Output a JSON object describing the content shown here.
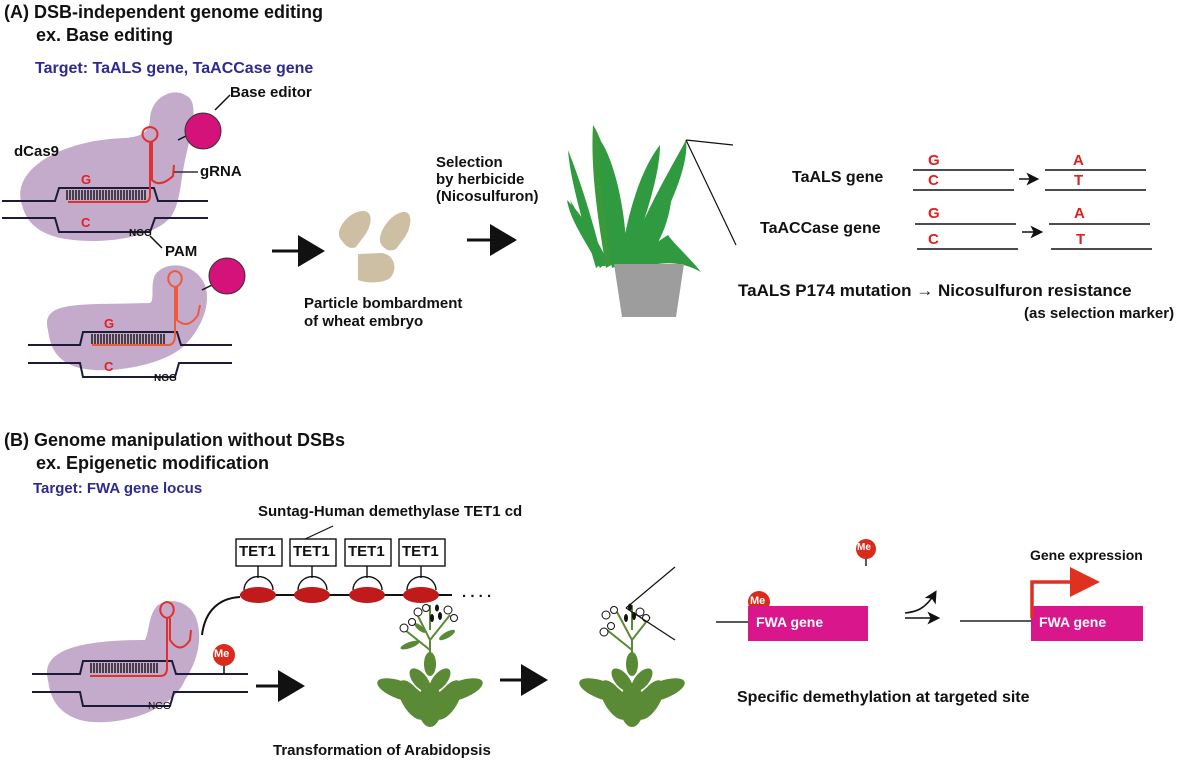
{
  "panel_a": {
    "title": "(A) DSB-independent genome editing",
    "subtitle": "ex. Base editing",
    "target": "Target: TaALS gene, TaACCase gene",
    "labels": {
      "base_editor": "Base editor",
      "dcas9": "dCas9",
      "grna": "gRNA",
      "pam": "PAM",
      "ngg": "NGG",
      "base_top": "G",
      "base_bottom": "C"
    },
    "step_bombardment": [
      "Particle bombardment",
      "of wheat embryo"
    ],
    "step_selection": [
      "Selection",
      "by herbicide",
      "(Nicosulfuron)"
    ],
    "genes": [
      {
        "name": "TaALS  gene",
        "before_top": "G",
        "before_bottom": "C",
        "after_top": "A",
        "after_bottom": "T"
      },
      {
        "name": "TaACCase  gene",
        "before_top": "G",
        "before_bottom": "C",
        "after_top": "A",
        "after_bottom": "T"
      }
    ],
    "result_line1": "TaALS P174 mutation → Nicosulfuron resistance",
    "result_line2": "(as selection marker)"
  },
  "panel_b": {
    "title": "(B) Genome manipulation without DSBs",
    "subtitle": "ex. Epigenetic modification",
    "target": "Target: FWA gene locus",
    "suntag_label": "Suntag-Human demethylase TET1 cd",
    "tet_boxes": [
      "TET1",
      "TET1",
      "TET1",
      "TET1"
    ],
    "ellipsis": ". . . .",
    "me_label": "Me",
    "ngg": "NGG",
    "step_transformation": "Transformation of Arabidopsis",
    "fwa_gene": "FWA gene",
    "gene_expression": "Gene expression",
    "result": "Specific demethylation at targeted site"
  },
  "colors": {
    "target_text": "#2e2a8f",
    "cas9_body": "#c4aacb",
    "rna_red": "#e03030",
    "base_editor": "#d4127a",
    "fwa_box": "#d9168c",
    "me_red": "#d92a1c",
    "tet_red": "#c01a1a",
    "wheat_green": "#2f9a3f",
    "arabidopsis_green": "#5a8a35",
    "embryo": "#cdbfa3",
    "pot": "#9d9d9d"
  }
}
